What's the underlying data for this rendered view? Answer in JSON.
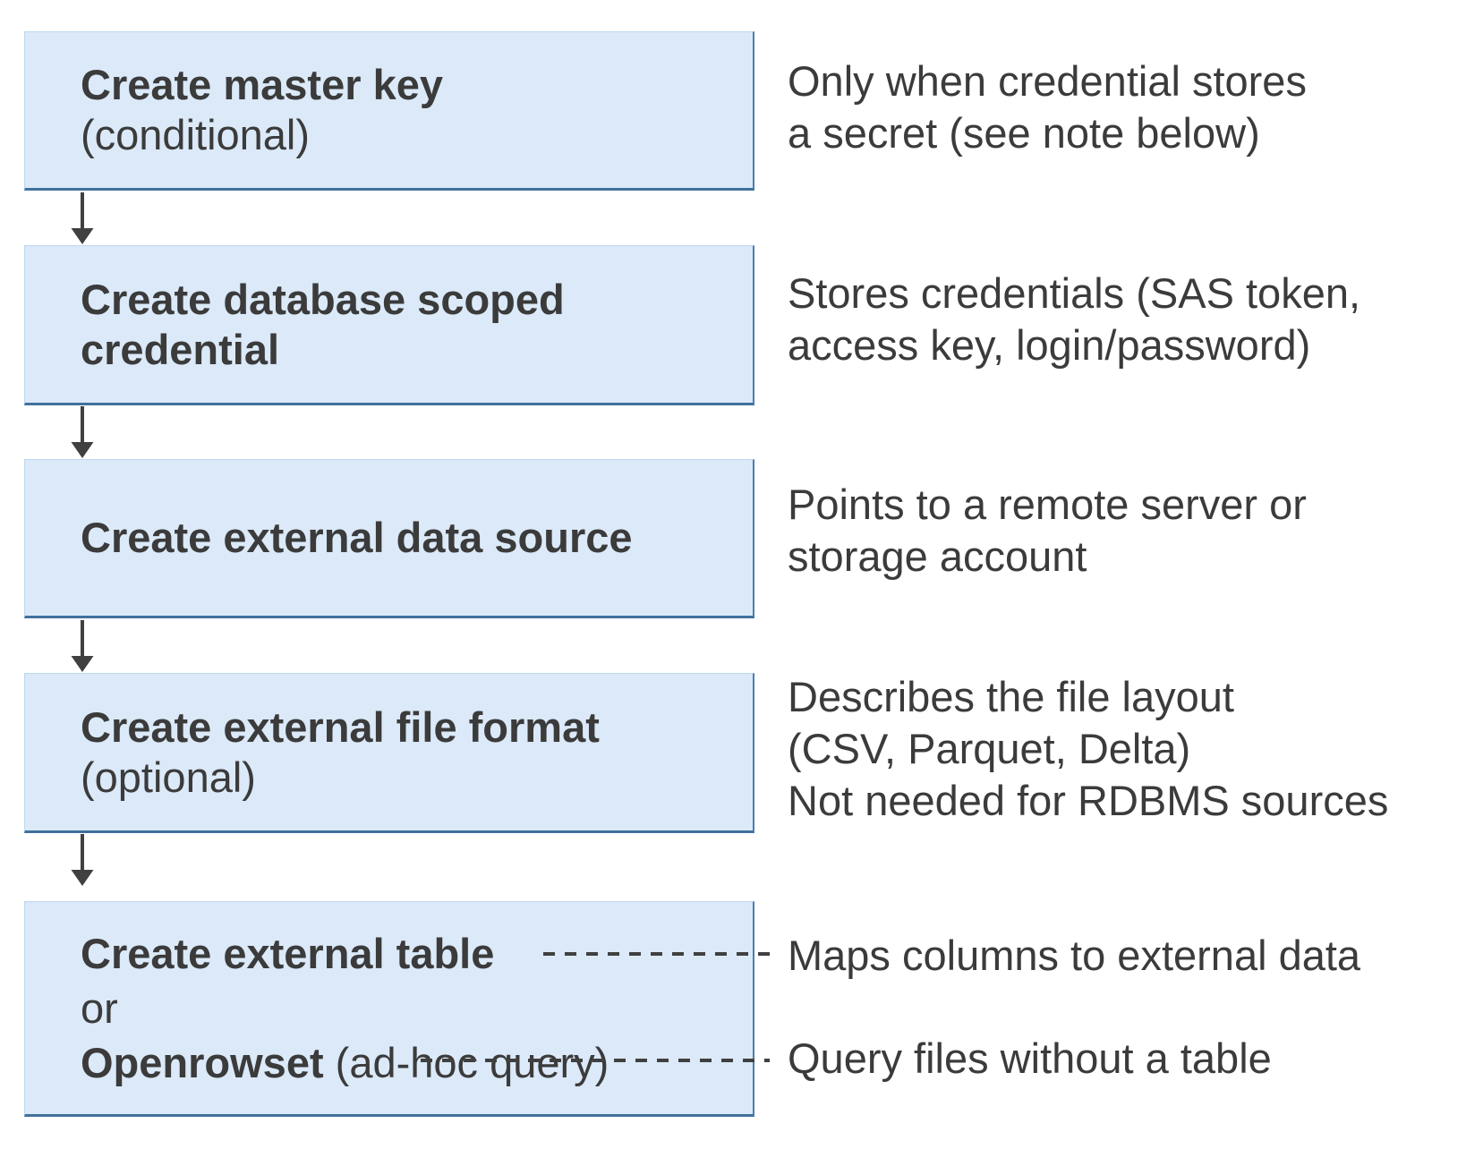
{
  "colors": {
    "box_fill": "#dbe9f8",
    "box_border_light": "#bdd7ee",
    "box_border_side": "#4a7fb5",
    "box_border_bottom": "#41719c",
    "text": "#3b3b3b",
    "connector": "#404040"
  },
  "steps": [
    {
      "title": "Create master key",
      "subtitle": "(conditional)",
      "note": "Only when credential stores\na secret (see note below)"
    },
    {
      "title_line1": "Create database scoped",
      "title_line2": "credential",
      "note": "Stores credentials (SAS token,\naccess key, login/password)"
    },
    {
      "title": "Create external data source",
      "note": "Points to a remote server or\nstorage account"
    },
    {
      "title": "Create external file format",
      "subtitle": "(optional)",
      "note": "Describes the file layout\n(CSV, Parquet, Delta)\nNot needed for RDBMS sources"
    },
    {
      "option1": "Create external table",
      "conjunction": "or",
      "option2": "Openrowset",
      "option2_suffix": " (ad-hoc query)",
      "annotation_table": "Maps columns to external data",
      "annotation_openrowset": "Query files without a table"
    }
  ]
}
